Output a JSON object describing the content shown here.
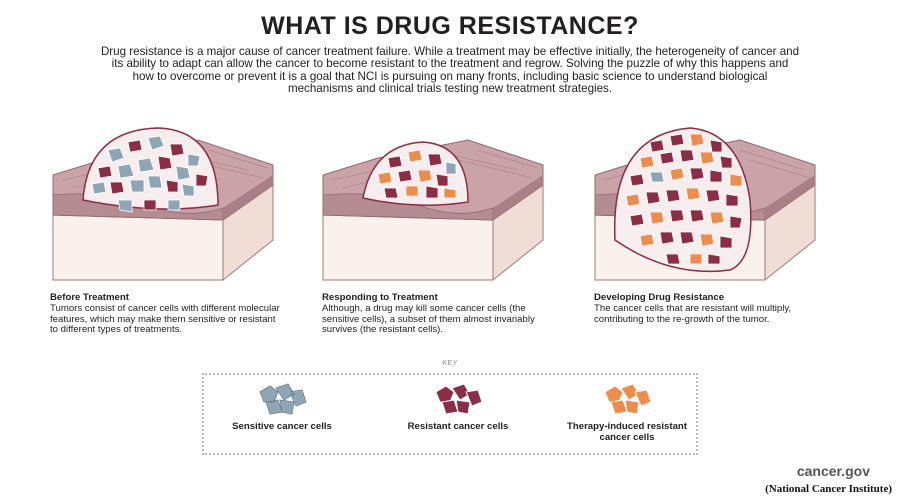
{
  "title": "WHAT IS DRUG RESISTANCE?",
  "intro": "Drug resistance is a major cause of cancer treatment failure. While a treatment may be effective initially, the heterogeneity of cancer and its ability to adapt can allow the cancer to become resistant to the treatment and regrow. Solving the puzzle of why this happens and how to overcome or prevent it is a goal that NCI is pursuing on many fronts, including basic science to understand biological mechanisms and clinical trials testing new treatment strategies.",
  "panels": [
    {
      "heading": "Before Treatment",
      "text": "Tumors consist of cancer cells with different molecular features, which may make them sensitive or resistant to different types of treatments."
    },
    {
      "heading": "Responding to Treatment",
      "text": "Although, a drug may kill some cancer cells (the sensitive cells), a subset of them almost invariably survives (the resistant cells)."
    },
    {
      "heading": "Developing Drug Resistance",
      "text": "The cancer cells that are resistant will multiply, contributing to the re-growth of the tumor."
    }
  ],
  "key": {
    "label": "KEY",
    "items": [
      {
        "label": "Sensitive cancer cells",
        "color": "#8ea5b5"
      },
      {
        "label": "Resistant cancer cells",
        "color": "#8c2c45"
      },
      {
        "label": "Therapy-induced resistant cancer cells",
        "color": "#f08c4a"
      }
    ]
  },
  "source": {
    "site": "cancer.gov",
    "org": "(National Cancer Institute)"
  },
  "colors": {
    "tissue_top": "#c9a3a8",
    "tissue_side": "#b48c92",
    "block_side": "#f3e3dc",
    "block_front": "#fbf1ec"
  }
}
